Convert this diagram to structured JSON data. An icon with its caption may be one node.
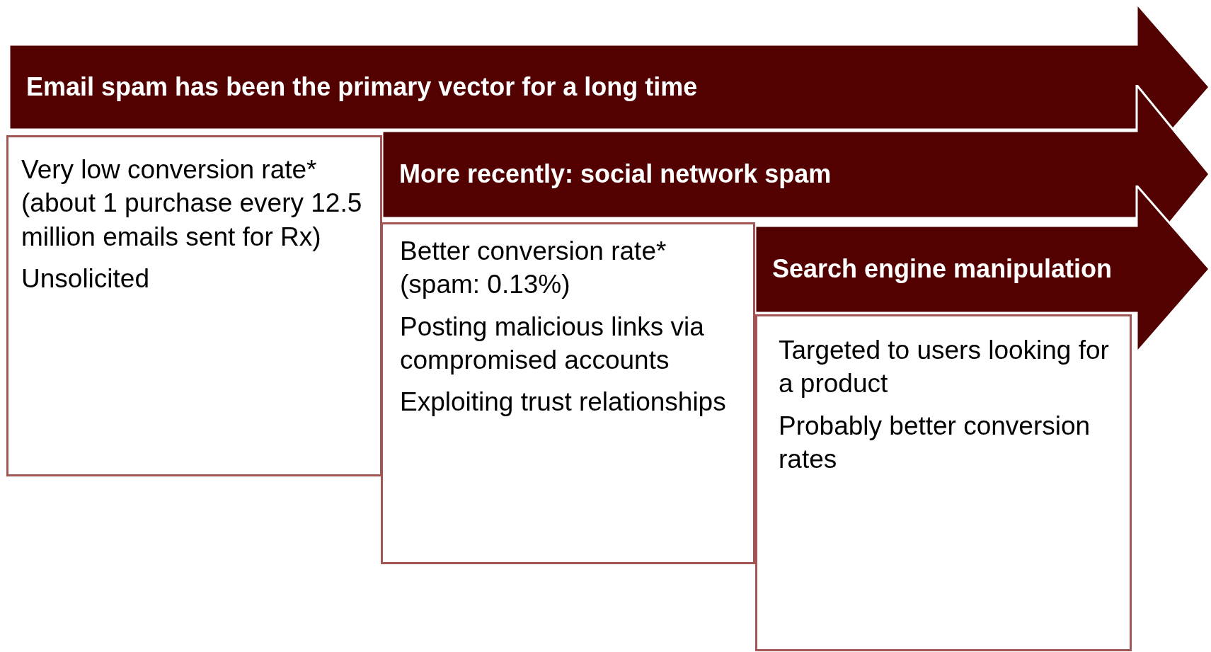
{
  "diagram": {
    "nodes": [
      {
        "text": [
          "Email spam has been the primary vector for a long time"
        ]
      },
      {
        "text": [
          "Very low conversion rate* (about 1 purchase every 12.5 million emails sent for Rx)",
          "Unsolicited"
        ]
      },
      {
        "text": [
          "More recently: social network spam"
        ]
      },
      {
        "text": [
          "Better conversion rate* (spam: 0.13%)",
          "Posting malicious links via compromised accounts",
          "Exploiting trust relationships"
        ]
      },
      {
        "text": [
          "Search engine manipulation"
        ]
      },
      {
        "text": [
          "Targeted to users looking for a product",
          "Probably better conversion rates"
        ]
      }
    ],
    "edges": []
  }
}
